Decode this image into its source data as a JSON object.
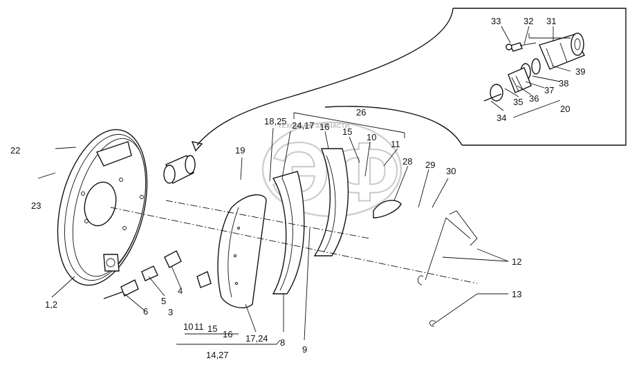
{
  "diagram": {
    "watermark": {
      "logo_text": "ЭФ",
      "caption": "ТЕХНИКА И ЗАПЧАСТИ"
    },
    "labels": [
      {
        "id": "33",
        "text": "33"
      },
      {
        "id": "32",
        "text": "32"
      },
      {
        "id": "31",
        "text": "31"
      },
      {
        "id": "39",
        "text": "39"
      },
      {
        "id": "38",
        "text": "38"
      },
      {
        "id": "37",
        "text": "37"
      },
      {
        "id": "36",
        "text": "36"
      },
      {
        "id": "35",
        "text": "35"
      },
      {
        "id": "34",
        "text": "34"
      },
      {
        "id": "20",
        "text": "20"
      },
      {
        "id": "26",
        "text": "26"
      },
      {
        "id": "18,25",
        "text": "18,25"
      },
      {
        "id": "24,17",
        "text": "24,17"
      },
      {
        "id": "16a",
        "text": "16"
      },
      {
        "id": "15a",
        "text": "15"
      },
      {
        "id": "10a",
        "text": "10"
      },
      {
        "id": "11a",
        "text": "11"
      },
      {
        "id": "28",
        "text": "28"
      },
      {
        "id": "29",
        "text": "29"
      },
      {
        "id": "30",
        "text": "30"
      },
      {
        "id": "19",
        "text": "19"
      },
      {
        "id": "22",
        "text": "22"
      },
      {
        "id": "23",
        "text": "23"
      },
      {
        "id": "12",
        "text": "12"
      },
      {
        "id": "13",
        "text": "13"
      },
      {
        "id": "1,2",
        "text": "1,2"
      },
      {
        "id": "6",
        "text": "6"
      },
      {
        "id": "5",
        "text": "5"
      },
      {
        "id": "4",
        "text": "4"
      },
      {
        "id": "3",
        "text": "3"
      },
      {
        "id": "10b",
        "text": "10"
      },
      {
        "id": "11b",
        "text": "11"
      },
      {
        "id": "15b",
        "text": "15"
      },
      {
        "id": "16b",
        "text": "16"
      },
      {
        "id": "17,24",
        "text": "17,24"
      },
      {
        "id": "8",
        "text": "8"
      },
      {
        "id": "9",
        "text": "9"
      },
      {
        "id": "14,27",
        "text": "14,27"
      }
    ]
  }
}
